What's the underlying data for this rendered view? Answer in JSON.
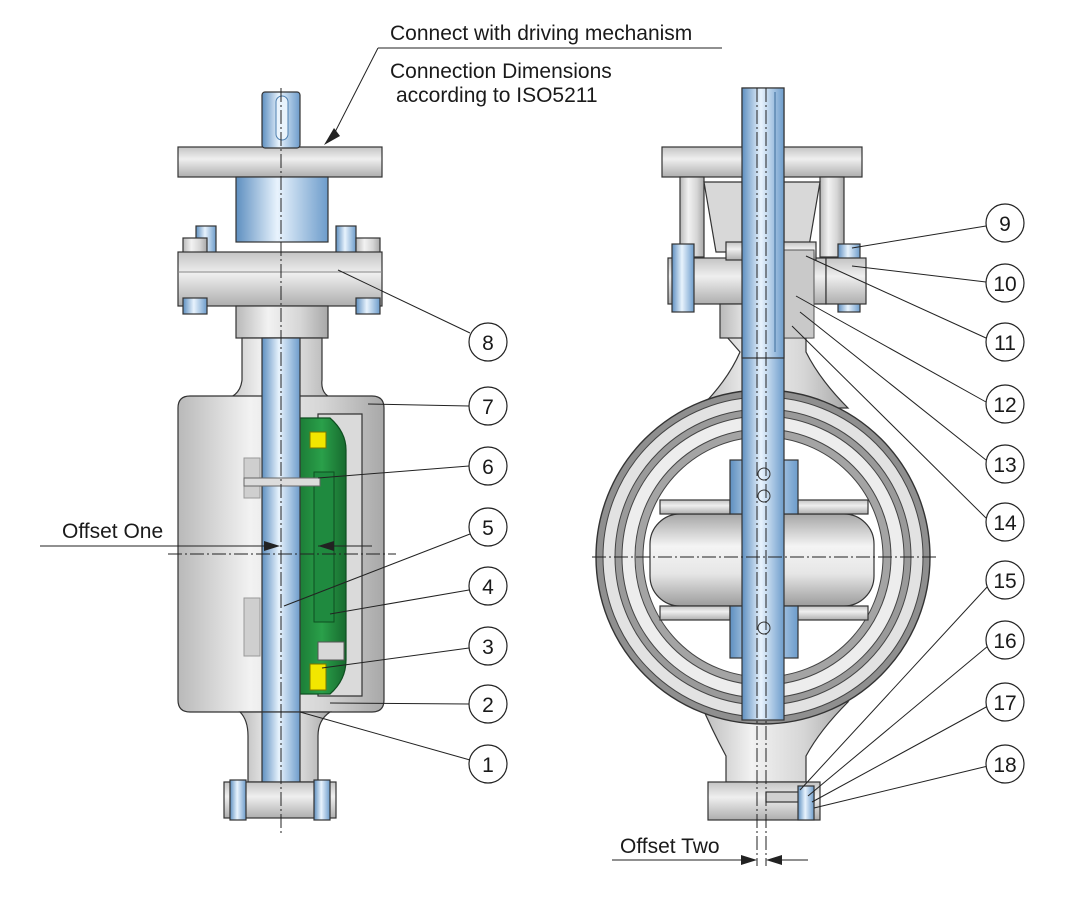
{
  "annotations": {
    "connect": "Connect with driving mechanism",
    "connection_dims_line1": "Connection Dimensions",
    "connection_dims_line2": "according to ISO5211",
    "offset_one": "Offset One",
    "offset_two": "Offset Two"
  },
  "callouts": [
    "1",
    "2",
    "3",
    "4",
    "5",
    "6",
    "7",
    "8",
    "9",
    "10",
    "11",
    "12",
    "13",
    "14",
    "15",
    "16",
    "17",
    "18"
  ],
  "colors": {
    "metal_light": "#e4e4e4",
    "metal_mid": "#c8c8c8",
    "metal_dark": "#9a9a9a",
    "shaft_blue": "#9cc4e8",
    "shaft_blue_dark": "#5a8fc0",
    "disc_green": "#1e8a3c",
    "seal_yellow": "#f2e600"
  }
}
